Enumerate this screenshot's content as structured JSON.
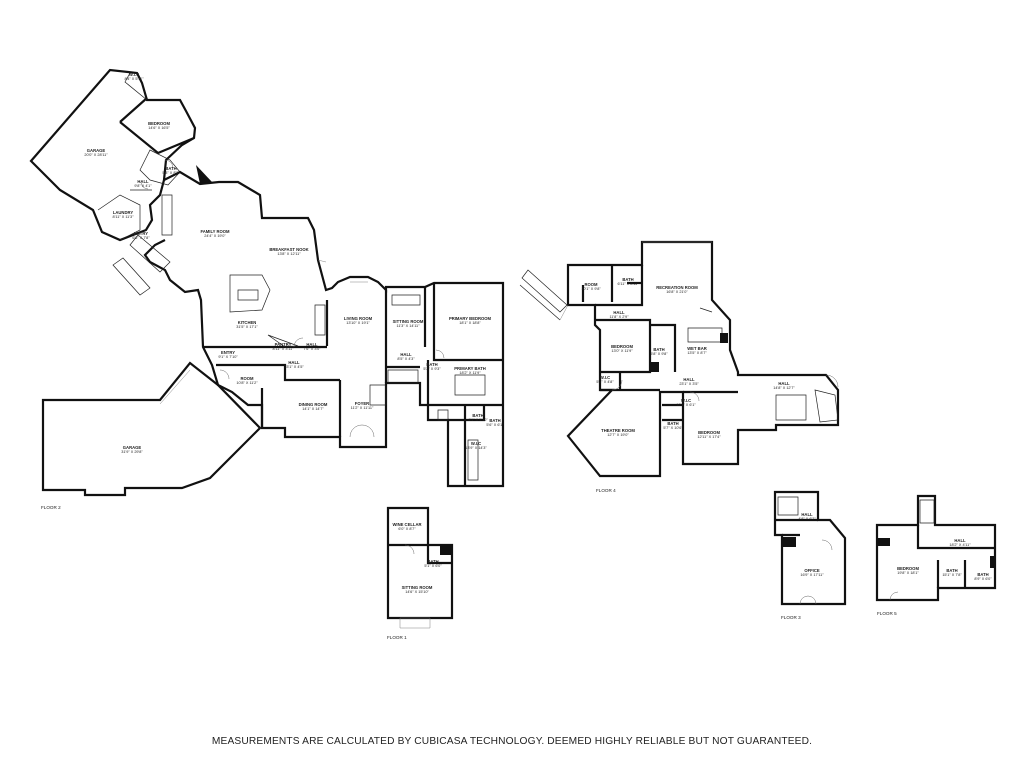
{
  "disclaimer": "MEASUREMENTS ARE CALCULATED BY CUBICASA TECHNOLOGY. DEEMED HIGHLY RELIABLE BUT NOT GUARANTEED.",
  "floors": [
    {
      "label": "FLOOR 2",
      "rooms": [
        {
          "name": "W.I.C",
          "dim": "8'4\" X 5'11\""
        },
        {
          "name": "BEDROOM",
          "dim": "14'6\" X 16'5\""
        },
        {
          "name": "GARAGE",
          "dim": "20'0\" X 28'11\""
        },
        {
          "name": "BATH",
          "dim": "5'3\" X 8'3\""
        },
        {
          "name": "HALL",
          "dim": "9'8\" X 4'1\""
        },
        {
          "name": "LAUNDRY",
          "dim": "8'11\" X 11'3\""
        },
        {
          "name": "ENTRY",
          "dim": "6'6\" X 7'8\""
        },
        {
          "name": "FAMILY ROOM",
          "dim": "24'4\" X 19'0\""
        },
        {
          "name": "BREAKFAST NOOK",
          "dim": "13'8\" X 12'11\""
        },
        {
          "name": "KITCHEN",
          "dim": "31'5\" X 17'1\""
        },
        {
          "name": "PANTRY",
          "dim": "8'11\" X 3'11\""
        },
        {
          "name": "HALL",
          "dim": "7'6\" X 3'0\""
        },
        {
          "name": "LIVING ROOM",
          "dim": "13'10\" X 19'1\""
        },
        {
          "name": "SITTING ROOM",
          "dim": "11'3\" X 14'11\""
        },
        {
          "name": "PRIMARY BEDROOM",
          "dim": "18'1\" X 18'8\""
        },
        {
          "name": "ENTRY",
          "dim": "9'1\" X 7'10\""
        },
        {
          "name": "HALL",
          "dim": "23'1\" X 4'5\""
        },
        {
          "name": "HALL",
          "dim": "8'5\" X 4'3\""
        },
        {
          "name": "BATH",
          "dim": "5'2\" X 9'3\""
        },
        {
          "name": "PRIMARY BATH",
          "dim": "18'2\" X 11'9\""
        },
        {
          "name": "ROOM",
          "dim": "10'8\" X 11'2\""
        },
        {
          "name": "DINING ROOM",
          "dim": "14'1\" X 14'7\""
        },
        {
          "name": "FOYER",
          "dim": "11'2\" X 11'11\""
        },
        {
          "name": "BATH",
          "dim": "9'1\" X 5'10\""
        },
        {
          "name": "BATH",
          "dim": "5'6\" X 6'1\""
        },
        {
          "name": "W.I.C",
          "dim": "13'9\" X 14'3\""
        },
        {
          "name": "GARAGE",
          "dim": "31'9\" X 29'8\""
        }
      ]
    },
    {
      "label": "FLOOR 4",
      "rooms": [
        {
          "name": "ROOM",
          "dim": "10'1\" X 9'8\""
        },
        {
          "name": "BATH",
          "dim": "6'11\" X 8'11\""
        },
        {
          "name": "RECREATION ROOM",
          "dim": "16'8\" X 21'0\""
        },
        {
          "name": "HALL",
          "dim": "11'8\" X 2'9\""
        },
        {
          "name": "BEDROOM",
          "dim": "13'0\" X 11'9\""
        },
        {
          "name": "BATH",
          "dim": "5'8\" X 9'8\""
        },
        {
          "name": "WET BAR",
          "dim": "13'5\" X 8'7\""
        },
        {
          "name": "W.I.C",
          "dim": "5'1\" X 4'8\""
        },
        {
          "name": "HALL",
          "dim": "23'1\" X 3'5\""
        },
        {
          "name": "HALL",
          "dim": "14'8\" X 12'7\""
        },
        {
          "name": "W.I.C",
          "dim": "10'1\" X 6'1\""
        },
        {
          "name": "THEATRE ROOM",
          "dim": "12'7\" X 19'0\""
        },
        {
          "name": "BEDROOM",
          "dim": "12'11\" X 17'4\""
        },
        {
          "name": "BATH",
          "dim": "5'7\" X 10'6\""
        }
      ]
    },
    {
      "label": "FLOOR 1",
      "rooms": [
        {
          "name": "WINE CELLAR",
          "dim": "6'0\" X 8'7\""
        },
        {
          "name": "BATH",
          "dim": "5'1\" X 6'0\""
        },
        {
          "name": "SITTING ROOM",
          "dim": "14'6\" X 15'10\""
        }
      ]
    },
    {
      "label": "FLOOR 3",
      "rooms": [
        {
          "name": "HALL",
          "dim": "4'8\" X 6'2\""
        },
        {
          "name": "OFFICE",
          "dim": "16'9\" X 17'11\""
        }
      ]
    },
    {
      "label": "FLOOR 5",
      "rooms": [
        {
          "name": "HALL",
          "dim": "18'2\" X 4'11\""
        },
        {
          "name": "BEDROOM",
          "dim": "19'8\" X 18'1\""
        },
        {
          "name": "BATH",
          "dim": "15'1\" X 7'8\""
        },
        {
          "name": "BATH",
          "dim": "8'9\" X 6'0\""
        }
      ]
    }
  ]
}
